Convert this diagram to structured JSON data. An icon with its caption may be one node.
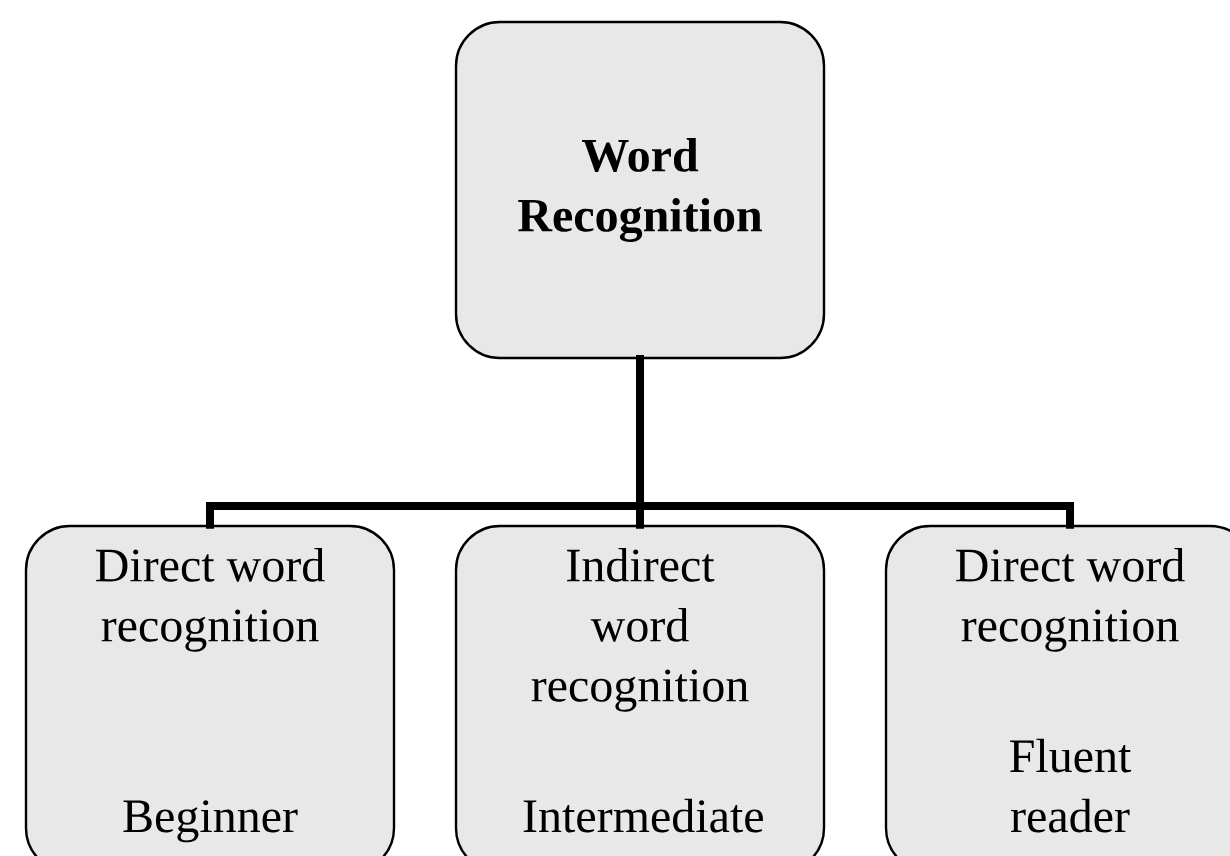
{
  "diagram": {
    "nodes": [
      {
        "text": [
          "Word Recognition"
        ]
      },
      {
        "text": [
          "Direct word recognition",
          "Beginner"
        ]
      },
      {
        "text": [
          "Indirect word recognition",
          "Intermediate"
        ]
      },
      {
        "text": [
          "Direct word recognition",
          "Fluent reader"
        ]
      }
    ],
    "edges": [
      {
        "from": 0,
        "to": 1,
        "arrow": "none"
      },
      {
        "from": 0,
        "to": 2,
        "arrow": "none"
      },
      {
        "from": 0,
        "to": 3,
        "arrow": "none"
      }
    ]
  }
}
